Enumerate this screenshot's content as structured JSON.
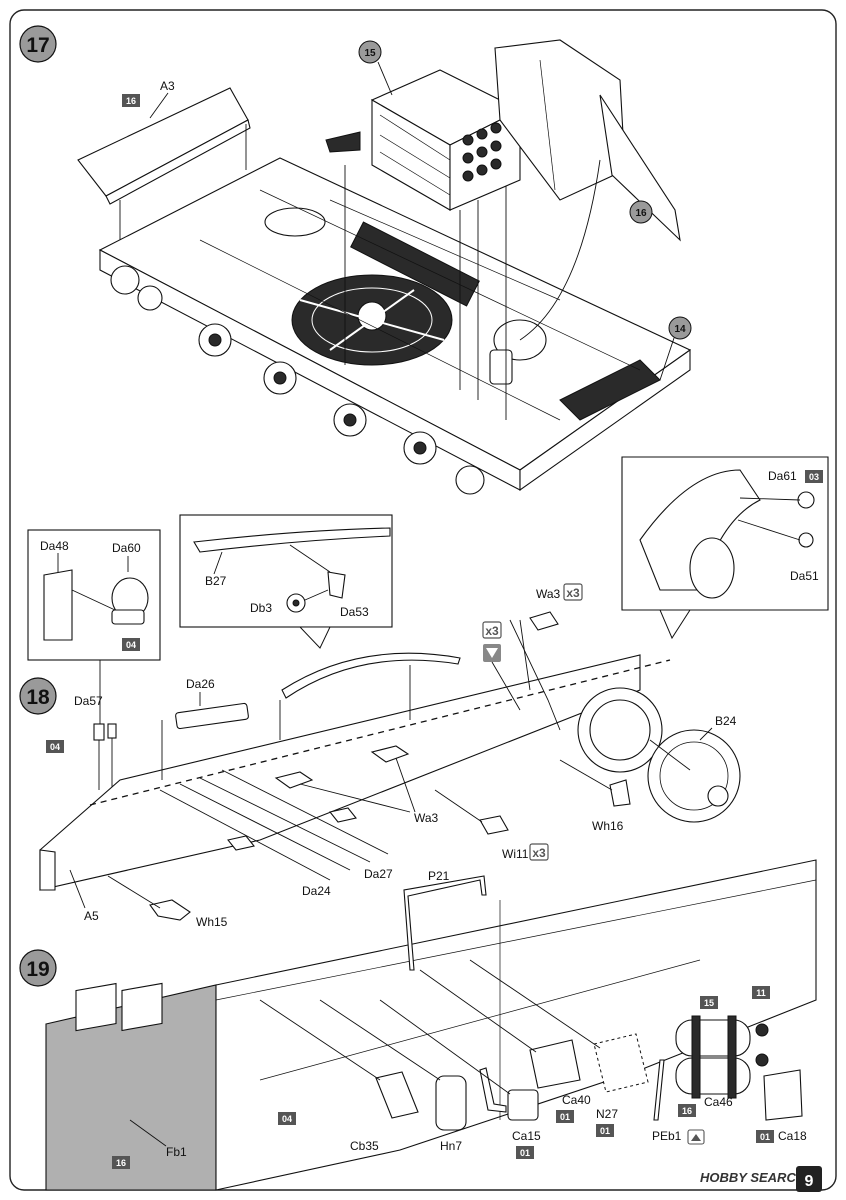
{
  "steps": [
    {
      "number": "17"
    },
    {
      "number": "18"
    },
    {
      "number": "19"
    }
  ],
  "step17": {
    "labels": {
      "a3": "A3",
      "c15": "15",
      "c16": "16",
      "c14": "14"
    },
    "badges": {
      "a3": "16"
    }
  },
  "step18": {
    "labels": {
      "da48": "Da48",
      "da60": "Da60",
      "b27": "B27",
      "db3": "Db3",
      "da53": "Da53",
      "da61": "Da61",
      "da51": "Da51",
      "wa3_top": "Wa3",
      "da26": "Da26",
      "da57": "Da57",
      "b24": "B24",
      "wa3": "Wa3",
      "wi11": "Wi11",
      "wh16": "Wh16",
      "da27": "Da27",
      "da24": "Da24",
      "a5": "A5",
      "wh15": "Wh15"
    },
    "badges": {
      "da60": "04",
      "da61": "03",
      "da57": "04"
    },
    "x3": [
      "x3",
      "x3",
      "x3"
    ]
  },
  "step19": {
    "labels": {
      "p21": "P21",
      "ca40": "Ca40",
      "n27": "N27",
      "ca46": "Ca46",
      "ca18": "Ca18",
      "ca15": "Ca15",
      "cb35": "Cb35",
      "hn7": "Hn7",
      "peb1": "PEb1",
      "fb1": "Fb1"
    },
    "badges": {
      "ca46_top": "15",
      "ca46_side": "11",
      "ca46": "16",
      "ca40": "01",
      "n27": "01",
      "ca18": "01",
      "ca15": "01",
      "peb1": "",
      "hull": "04",
      "fb1": "16"
    }
  },
  "page": {
    "number": "9"
  },
  "watermark": "HOBBY SEARCH"
}
